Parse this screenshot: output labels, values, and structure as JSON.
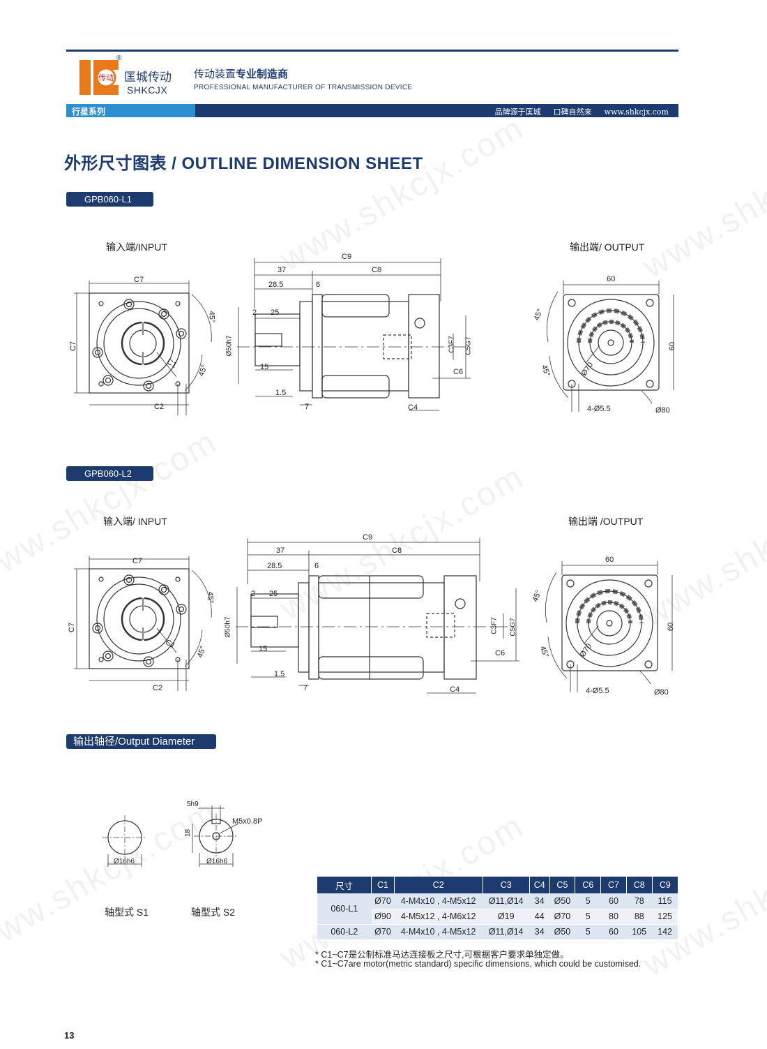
{
  "header": {
    "brand_cn": "匡城传动",
    "brand_en": "SHKCJX",
    "logo_text": "传动",
    "reg": "®",
    "tagline_cn_a": "传动装置",
    "tagline_cn_b": "专业制造商",
    "tagline_en": "PROFESSIONAL MANUFACTURER OF TRANSMISSION DEVICE",
    "series": "行星系列",
    "slogan_a": "品牌源于匡城",
    "slogan_b": "口碑自然来",
    "website": "www.shkcjx.com"
  },
  "page_title": "外形尺寸图表 / OUTLINE DIMENSION SHEET",
  "watermark": "www.shkcjx.com",
  "section_l1": {
    "tag": "GPB060-L1",
    "input_label": "输入端/INPUT",
    "output_label": "输出端/ OUTPUT"
  },
  "section_l2": {
    "tag": "GPB060-L2",
    "input_label": "输入端/ INPUT",
    "output_label": "输出端 /OUTPUT"
  },
  "dims": {
    "c7": "C7",
    "c2": "C2",
    "c1": "C1",
    "a45": "45°",
    "c9": "C9",
    "c8": "C8",
    "d37": "37",
    "d285": "28.5",
    "d6": "6",
    "d2": "2",
    "d25": "25",
    "d15": "15",
    "d15b": "1.5",
    "d7": "7",
    "c4": "C4",
    "c6": "C6",
    "c3": "C3F7",
    "c5": "C5G7",
    "d50": "Ø50h7",
    "o60": "60",
    "o70": "Ø70",
    "o80": "Ø80",
    "holes": "4-Ø5.5"
  },
  "output_diameter": {
    "tag": "输出轴径/Output Diameter",
    "s1_label": "轴型式  S1",
    "s2_label": "轴型式  S2",
    "d16": "Ø16h6",
    "key": "5h9",
    "h18": "18",
    "thread": "M5x0.8P"
  },
  "spec_table": {
    "headers": [
      "尺寸",
      "C1",
      "C2",
      "C3",
      "C4",
      "C5",
      "C6",
      "C7",
      "C8",
      "C9"
    ],
    "rows": [
      {
        "model": "060-L1",
        "c1": "Ø70",
        "c2": "4-M4x10 , 4-M5x12",
        "c3": "Ø11,Ø14",
        "c4": "34",
        "c5": "Ø50",
        "c6": "5",
        "c7": "60",
        "c8": "78",
        "c9": "115"
      },
      {
        "model": "",
        "c1": "Ø90",
        "c2": "4-M5x12 , 4-M6x12",
        "c3": "Ø19",
        "c4": "44",
        "c5": "Ø70",
        "c6": "5",
        "c7": "80",
        "c8": "88",
        "c9": "125"
      },
      {
        "model": "060-L2",
        "c1": "Ø70",
        "c2": "4-M4x10 , 4-M5x12",
        "c3": "Ø11,Ø14",
        "c4": "34",
        "c5": "Ø50",
        "c6": "5",
        "c7": "60",
        "c8": "105",
        "c9": "142"
      }
    ]
  },
  "notes": {
    "cn": "* C1~C7是公制标准马达连接板之尺寸,可根据客户要求单独定做。",
    "en": "* C1~C7are motor(metric standard)  specific dimensions, which could be customised."
  },
  "page_number": "13",
  "colors": {
    "navy": "#1c3a6e",
    "blue": "#2c8fd0",
    "orange": "#e8791d"
  }
}
